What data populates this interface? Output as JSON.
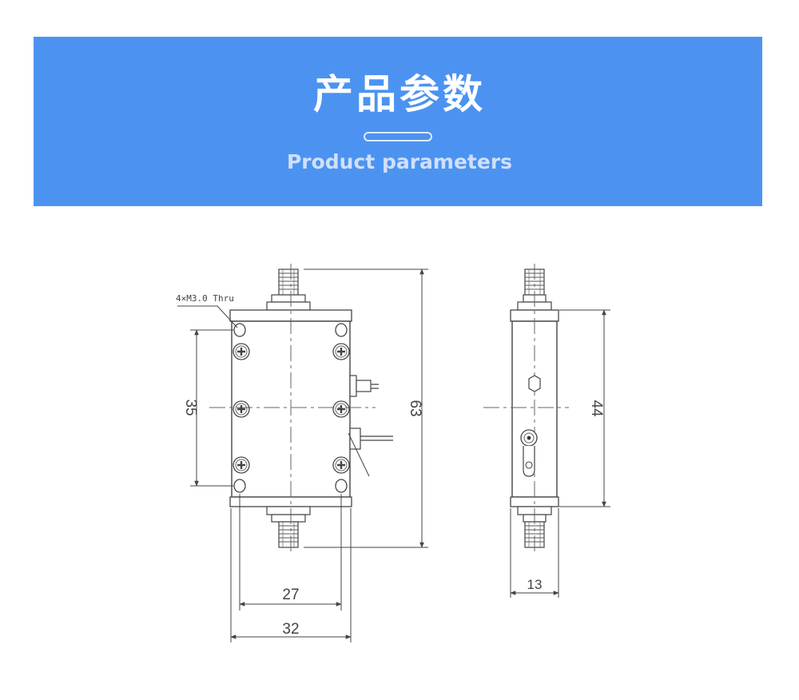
{
  "banner": {
    "title": "产品参数",
    "subtitle": "Product parameters",
    "color": "#4c93f1"
  },
  "drawing": {
    "hole_note": "4×M3.0 Thru",
    "dim_hole_spacing_vertical": "35",
    "dim_overall_length": "63",
    "dim_hole_spacing_horizontal": "27",
    "dim_overall_width": "32",
    "dim_side_length": "44",
    "dim_side_thickness": "13"
  }
}
